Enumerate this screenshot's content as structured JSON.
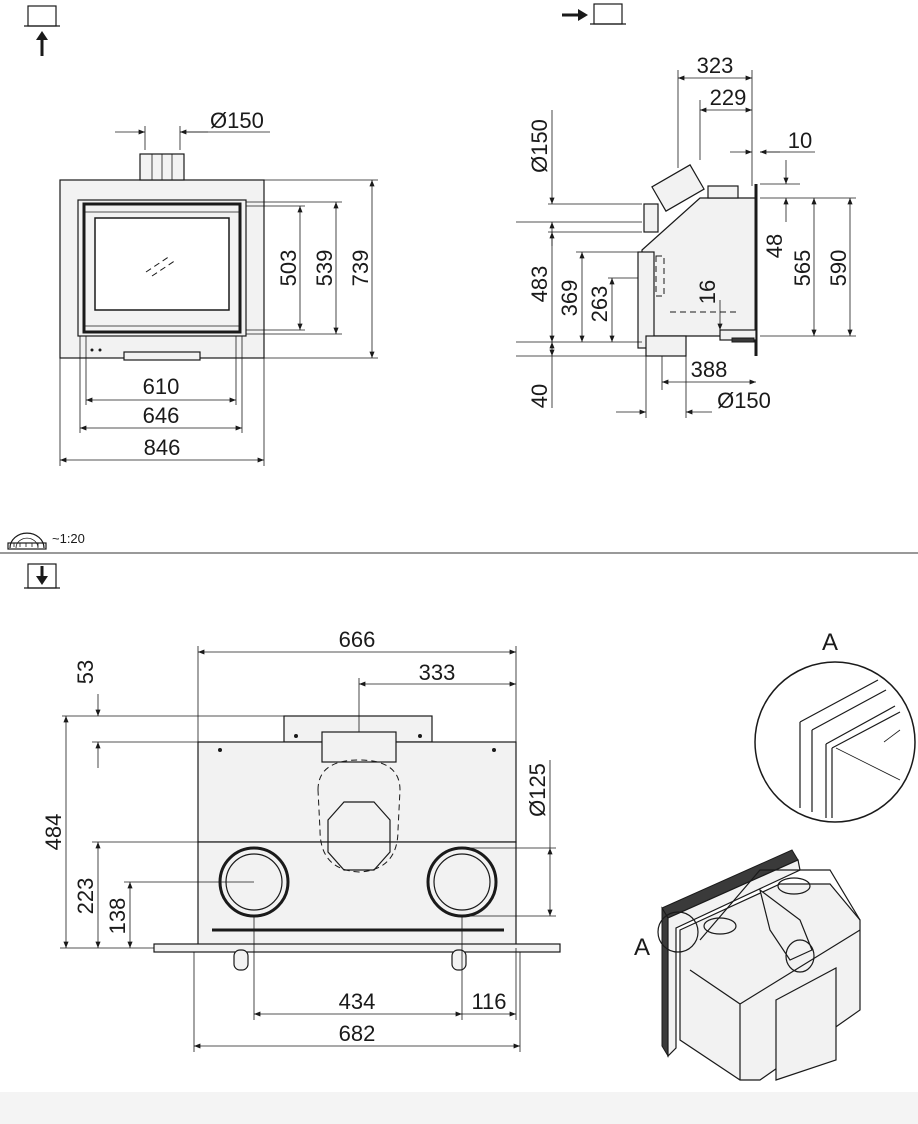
{
  "front_view": {
    "dims": {
      "flue_diameter": "Ø150",
      "h503": "503",
      "h539": "539",
      "h739": "739",
      "w610": "610",
      "w646": "646",
      "w846": "846"
    }
  },
  "side_view": {
    "dims": {
      "d323": "323",
      "d229": "229",
      "d10": "10",
      "flue_top": "Ø150",
      "h48": "48",
      "h565": "565",
      "h590": "590",
      "h483": "483",
      "h369": "369",
      "h263": "263",
      "h16": "16",
      "d388": "388",
      "h40": "40",
      "flue_bottom": "Ø150"
    }
  },
  "scale": {
    "label": "~1:20"
  },
  "top_view": {
    "dims": {
      "w666": "666",
      "w333": "333",
      "h53": "53",
      "h484": "484",
      "h223": "223",
      "h138": "138",
      "d125": "Ø125",
      "w434": "434",
      "w116": "116",
      "w682": "682"
    }
  },
  "detail": {
    "label_a": "A",
    "marker_a": "A"
  },
  "colors": {
    "line": "#1a1a1a",
    "panel": "#f2f2f2",
    "footer": "#f4f4f4"
  }
}
